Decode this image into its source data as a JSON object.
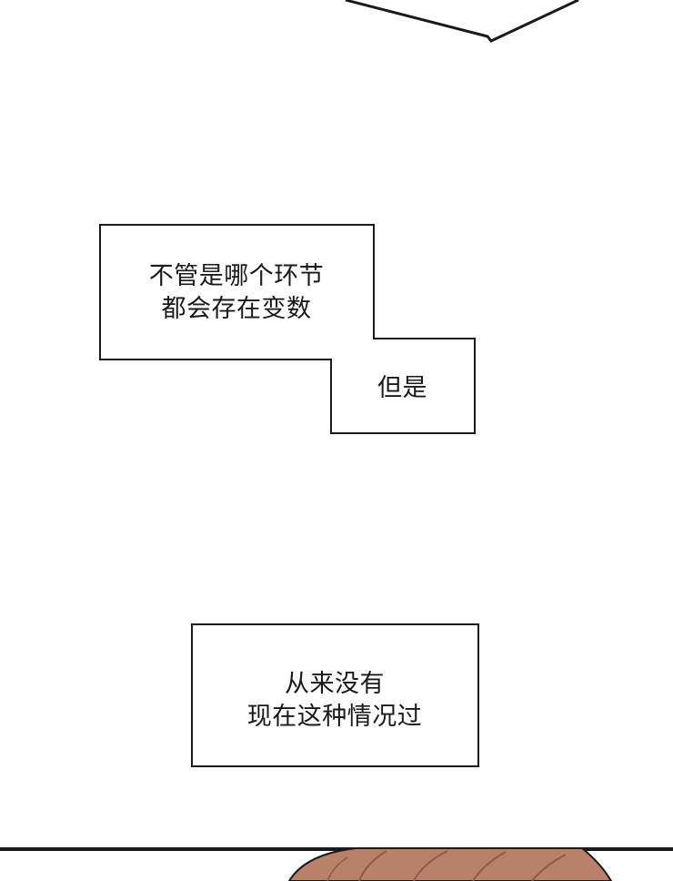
{
  "captions": {
    "first": {
      "lines": [
        "不管是哪个环节",
        "都会存在变数"
      ]
    },
    "second": {
      "lines": [
        "但是"
      ]
    },
    "third": {
      "lines": [
        "从来没有",
        "现在这种情况过"
      ]
    }
  },
  "colors": {
    "background": "#ffffff",
    "ink": "#1a1a1a",
    "hair": "#b9806a",
    "hair_shadow": "#8d5a46"
  }
}
